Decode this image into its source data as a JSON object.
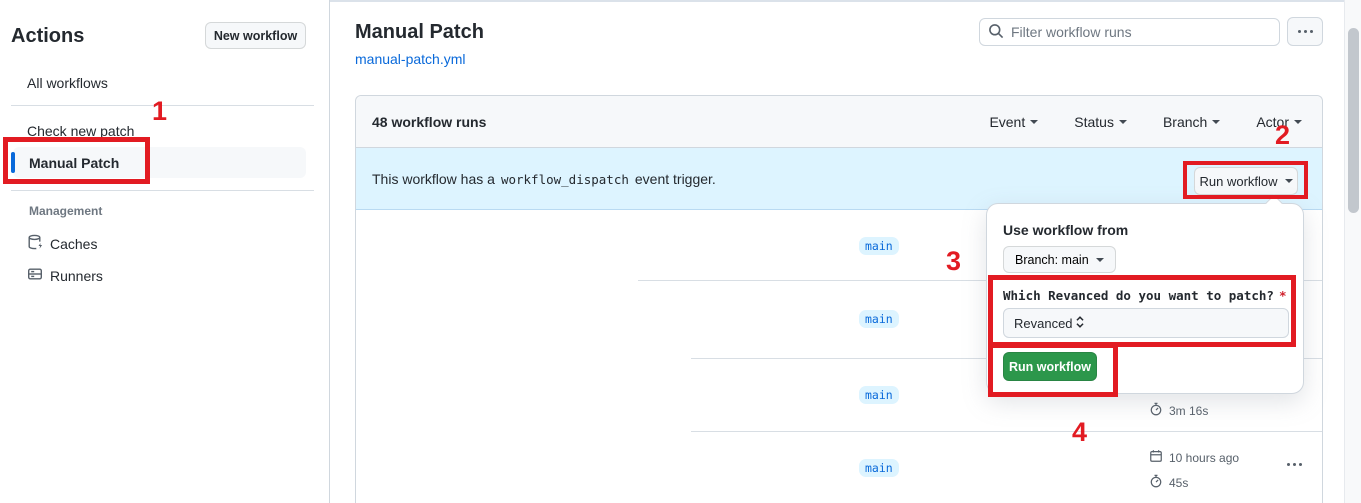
{
  "colors": {
    "link_blue": "#0969da",
    "banner_bg": "#ddf4ff",
    "branch_badge_bg": "#ddf4ff",
    "branch_badge_text": "#0969da",
    "primary_green": "#2c974b",
    "annotation_red": "#e21b22",
    "selected_accent_blue": "#0969da",
    "header_bg": "#f6f8fa"
  },
  "annotations": {
    "steps": [
      "1",
      "2",
      "3",
      "4"
    ]
  },
  "sidebar": {
    "title": "Actions",
    "new_workflow_label": "New workflow",
    "items": [
      {
        "label": "All workflows"
      },
      {
        "label": "Check new patch"
      },
      {
        "label": "Manual Patch",
        "selected": true
      }
    ],
    "section_label": "Management",
    "management": [
      {
        "label": "Caches",
        "icon": "database-icon"
      },
      {
        "label": "Runners",
        "icon": "server-icon"
      }
    ]
  },
  "main": {
    "title": "Manual Patch",
    "file_link": "manual-patch.yml",
    "search_placeholder": "Filter workflow runs",
    "more_button_icon": "kebab-horizontal-icon",
    "runs_header": {
      "count": "48 workflow runs",
      "filters": [
        {
          "label": "Event"
        },
        {
          "label": "Status"
        },
        {
          "label": "Branch"
        },
        {
          "label": "Actor"
        }
      ]
    },
    "banner": {
      "text_before": "This workflow has a",
      "code": "workflow_dispatch",
      "text_after": "event trigger.",
      "run_button_label": "Run workflow"
    },
    "rows": [
      {
        "branch": "main"
      },
      {
        "branch": "main"
      },
      {
        "branch": "main",
        "duration": "3m 16s"
      },
      {
        "branch": "main",
        "time": "10 hours ago",
        "duration": "45s"
      }
    ]
  },
  "dropdown": {
    "heading": "Use workflow from",
    "branch_button": "Branch: main",
    "input_label": "Which Revanced do you want to patch?",
    "required_marker": "*",
    "select_value": "Revanced",
    "run_button": "Run workflow"
  }
}
